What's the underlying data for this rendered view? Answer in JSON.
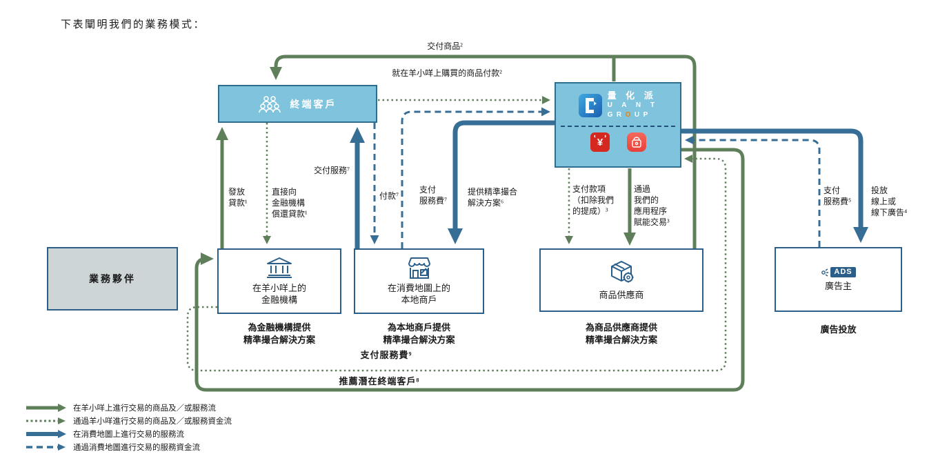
{
  "title": "下表闡明我們的業務模式：",
  "colors": {
    "flow_green": "#5F7F5B",
    "flow_blue": "#376E96",
    "box_blue_fill": "#7FC3DD",
    "box_blue_border": "#2E6D8E",
    "box_border_navy": "#2B5F8A",
    "gray_fill": "#CDD5D6",
    "app_red": "#D5281F",
    "app_coral": "#F2564D",
    "logo_orange": "#F08300"
  },
  "nodes": {
    "end_customers": {
      "label": "終端客戶"
    },
    "quant_group": {
      "brand_cn": "量 化 派",
      "brand_en_1": "U A N T",
      "brand_en_2_pre": "GR",
      "brand_en_2_o": "O",
      "brand_en_2_post": "UP",
      "yang_app_glyph": "¥"
    },
    "business_partners": {
      "label": "業務夥伴"
    },
    "financial_institutions": {
      "label": "在羊小咩上的\n金融機構",
      "caption": "為金融機構提供\n精準撮合解決方案"
    },
    "local_merchants": {
      "label": "在消費地圖上的\n本地商戶",
      "caption": "為本地商戶提供\n精準撮合解決方案"
    },
    "suppliers": {
      "label": "商品供應商",
      "caption": "為商品供應商提供\n精準撮合解決方案"
    },
    "advertisers": {
      "label": "廣告主",
      "badge": "ADS",
      "caption": "廣告投放"
    }
  },
  "flows": {
    "deliver_goods": "交付商品²",
    "pay_for_goods": "就在羊小咩上購買的商品付款²",
    "issue_loans": "發放\n貸款¹",
    "repay_loans": "直接向\n金融機構\n償還貸款¹",
    "deliver_services": "交付服務⁷",
    "payment": "付款⁷",
    "pay_service_fee_merchants": "支付\n服務費⁷",
    "matching_solutions": "提供精準撮合\n解決方案⁶",
    "pay_net_amount": "支付款項\n（扣除我們\n的提成）³",
    "enable_transactions": "通過\n我們的\n應用程序\n賦能交易³",
    "pay_service_fee_advertisers": "支付\n服務費⁵",
    "place_ads": "投放\n線上或\n線下廣告⁴",
    "pay_service_fee_fi": "支付服務費⁹",
    "refer_customers": "推薦潛在終端客戶⁸"
  },
  "legend": {
    "items": [
      {
        "style": "green-solid",
        "label": "在羊小咩上進行交易的商品及／或服務流"
      },
      {
        "style": "green-dotted",
        "label": "通過羊小咩進行交易的商品及／或服務資金流"
      },
      {
        "style": "blue-solid",
        "label": "在消費地圖上進行交易的服務流"
      },
      {
        "style": "blue-dashed",
        "label": "通過消費地圖進行交易的服務資金流"
      }
    ]
  }
}
